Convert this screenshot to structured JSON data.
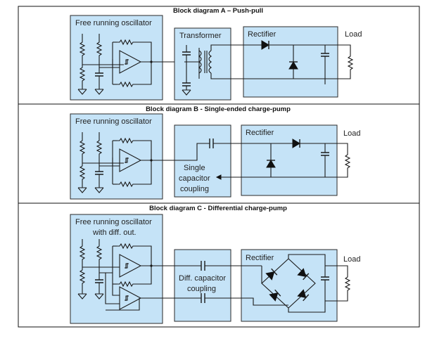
{
  "panels": [
    {
      "title": "Block diagram A – Push-pull",
      "oscillator_label": "Free running oscillator",
      "transformer_label": "Transformer",
      "rectifier_label": "Rectifier",
      "load_label": "Load"
    },
    {
      "title": "Block diagram B - Single-ended charge-pump",
      "oscillator_label": "Free running oscillator",
      "coupling_lines": [
        "Single",
        "capacitor",
        "coupling"
      ],
      "rectifier_label": "Rectifier",
      "load_label": "Load"
    },
    {
      "title": "Block diagram C - Differential charge-pump",
      "oscillator_lines": [
        "Free running oscillator",
        "with diff. out."
      ],
      "coupling_lines": [
        "Diff. capacitor",
        "coupling"
      ],
      "rectifier_label": "Rectifier",
      "load_label": "Load"
    }
  ],
  "colors": {
    "block_fill": "#c5e3f7",
    "wire": "#1a1a1a"
  }
}
